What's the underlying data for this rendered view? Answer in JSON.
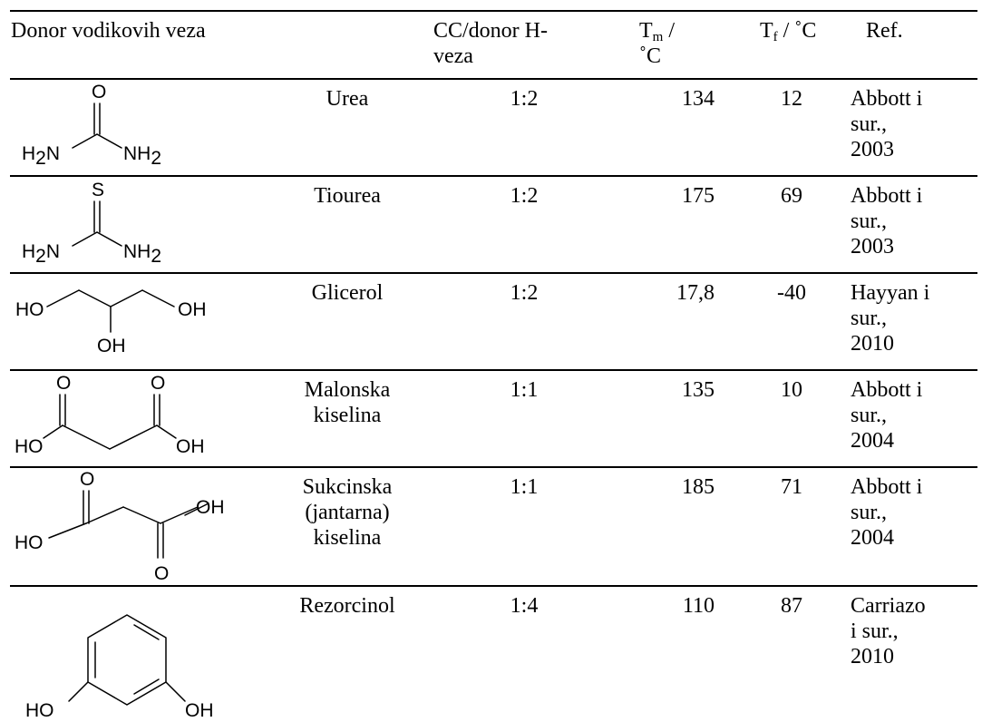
{
  "table": {
    "header": {
      "donor": "Donor vodikovih veza",
      "ratio_line1": "CC/donor H-",
      "ratio_line2": "veza",
      "tm_main": "T",
      "tm_sub": "m",
      "tm_slash": " /",
      "tm_unit": "˚C",
      "tf_main": "T",
      "tf_sub": "f",
      "tf_rest": " / ˚C",
      "ref": "Ref."
    },
    "rows": [
      {
        "name": [
          "Urea"
        ],
        "ratio": "1:2",
        "tm": "134",
        "tf": "12",
        "ref": [
          "Abbott i",
          "sur.,",
          "2003"
        ]
      },
      {
        "name": [
          "Tiourea"
        ],
        "ratio": "1:2",
        "tm": "175",
        "tf": "69",
        "ref": [
          "Abbott i",
          "sur.,",
          "2003"
        ]
      },
      {
        "name": [
          "Glicerol"
        ],
        "ratio": "1:2",
        "tm": "17,8",
        "tf": "-40",
        "ref": [
          "Hayyan i",
          "sur.,",
          "2010"
        ]
      },
      {
        "name": [
          "Malonska",
          "kiselina"
        ],
        "ratio": "1:1",
        "tm": "135",
        "tf": "10",
        "ref": [
          "Abbott i",
          "sur.,",
          "2004"
        ]
      },
      {
        "name": [
          "Sukcinska",
          "(jantarna)",
          "kiselina"
        ],
        "ratio": "1:1",
        "tm": "185",
        "tf": "71",
        "ref": [
          "Abbott i",
          "sur.,",
          "2004"
        ]
      },
      {
        "name": [
          "Rezorcinol"
        ],
        "ratio": "1:4",
        "tm": "110",
        "tf": "87",
        "ref": [
          "Carriazo",
          "i sur.,",
          "2010"
        ]
      }
    ]
  },
  "structures": {
    "O": "O",
    "S": "S",
    "H": "H",
    "N": "N",
    "two": "2",
    "OH": "OH",
    "HO": "HO"
  }
}
